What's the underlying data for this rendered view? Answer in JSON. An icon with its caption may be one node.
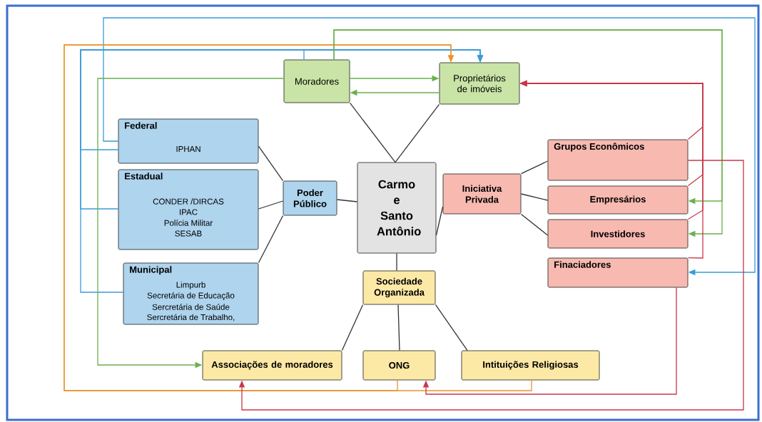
{
  "diagram": {
    "nodes": [
      {
        "text": [
          "Moradores"
        ]
      },
      {
        "text": [
          "Proprietários de imóveis"
        ]
      },
      {
        "text": [
          "Federal",
          "IPHAN"
        ]
      },
      {
        "text": [
          "Estadual",
          "CONDER /DIRCAS",
          "IPAC",
          "Polícia Militar",
          "SESAB"
        ]
      },
      {
        "text": [
          "Municipal",
          "Limpurb",
          "Secretária de Educação",
          "Sercretária de Saúde",
          "Sercretária de Trabalho,"
        ]
      },
      {
        "text": [
          "Poder Público"
        ]
      },
      {
        "text": [
          "Carmo e Santo Antônio"
        ]
      },
      {
        "text": [
          "Iniciativa Privada"
        ]
      },
      {
        "text": [
          "Grupos Econômicos"
        ]
      },
      {
        "text": [
          "Empresários"
        ]
      },
      {
        "text": [
          "Investidores"
        ]
      },
      {
        "text": [
          "Finaciadores"
        ]
      },
      {
        "text": [
          "Sociedade Organizada"
        ]
      },
      {
        "text": [
          "Associações de moradores"
        ]
      },
      {
        "text": [
          "ONG"
        ]
      },
      {
        "text": [
          "Intituições  Religiosas"
        ]
      }
    ],
    "edges": [
      {
        "from": 0,
        "to": 6,
        "arrow": "none"
      },
      {
        "from": 1,
        "to": 6,
        "arrow": "none"
      },
      {
        "from": 2,
        "to": 5,
        "arrow": "none"
      },
      {
        "from": 3,
        "to": 5,
        "arrow": "none"
      },
      {
        "from": 4,
        "to": 5,
        "arrow": "none"
      },
      {
        "from": 5,
        "to": 6,
        "arrow": "none"
      },
      {
        "from": 6,
        "to": 7,
        "arrow": "none"
      },
      {
        "from": 7,
        "to": 8,
        "arrow": "none"
      },
      {
        "from": 7,
        "to": 9,
        "arrow": "none"
      },
      {
        "from": 7,
        "to": 10,
        "arrow": "none"
      },
      {
        "from": 6,
        "to": 12,
        "arrow": "none"
      },
      {
        "from": 12,
        "to": 13,
        "arrow": "none"
      },
      {
        "from": 12,
        "to": 14,
        "arrow": "none"
      },
      {
        "from": 12,
        "to": 15,
        "arrow": "none"
      },
      {
        "from": 2,
        "to": 11,
        "arrow": "to",
        "color": "#3a9ad9"
      },
      {
        "from": 2,
        "to": 1,
        "arrow": "to",
        "color": "#3a9ad9"
      },
      {
        "from": 3,
        "to": 1,
        "arrow": "to",
        "color": "#3a9ad9"
      },
      {
        "from": 4,
        "to": 1,
        "arrow": "to",
        "color": "#3a9ad9"
      },
      {
        "from": 0,
        "to": 1,
        "arrow": "to",
        "color": "#3a9ad9"
      },
      {
        "from": 14,
        "to": 1,
        "arrow": "to",
        "color": "#e8952c"
      },
      {
        "from": 15,
        "to": 1,
        "arrow": "to",
        "color": "#e8952c"
      },
      {
        "from": 0,
        "to": 9,
        "arrow": "to",
        "color": "#6ab04c"
      },
      {
        "from": 0,
        "to": 10,
        "arrow": "to",
        "color": "#6ab04c"
      },
      {
        "from": 0,
        "to": 1,
        "arrow": "to",
        "color": "#6ab04c"
      },
      {
        "from": 1,
        "to": 0,
        "arrow": "to",
        "color": "#6ab04c"
      },
      {
        "from": 0,
        "to": 13,
        "arrow": "to",
        "color": "#6ab04c"
      },
      {
        "from": 8,
        "to": 1,
        "arrow": "to",
        "color": "#c8384a"
      },
      {
        "from": 9,
        "to": 1,
        "arrow": "to",
        "color": "#c8384a"
      },
      {
        "from": 10,
        "to": 1,
        "arrow": "to",
        "color": "#c8384a"
      },
      {
        "from": 11,
        "to": 1,
        "arrow": "to",
        "color": "#c8384a"
      },
      {
        "from": 8,
        "to": 13,
        "arrow": "to",
        "color": "#c8384a"
      },
      {
        "from": 11,
        "to": 14,
        "arrow": "to",
        "color": "#c8384a"
      }
    ]
  }
}
